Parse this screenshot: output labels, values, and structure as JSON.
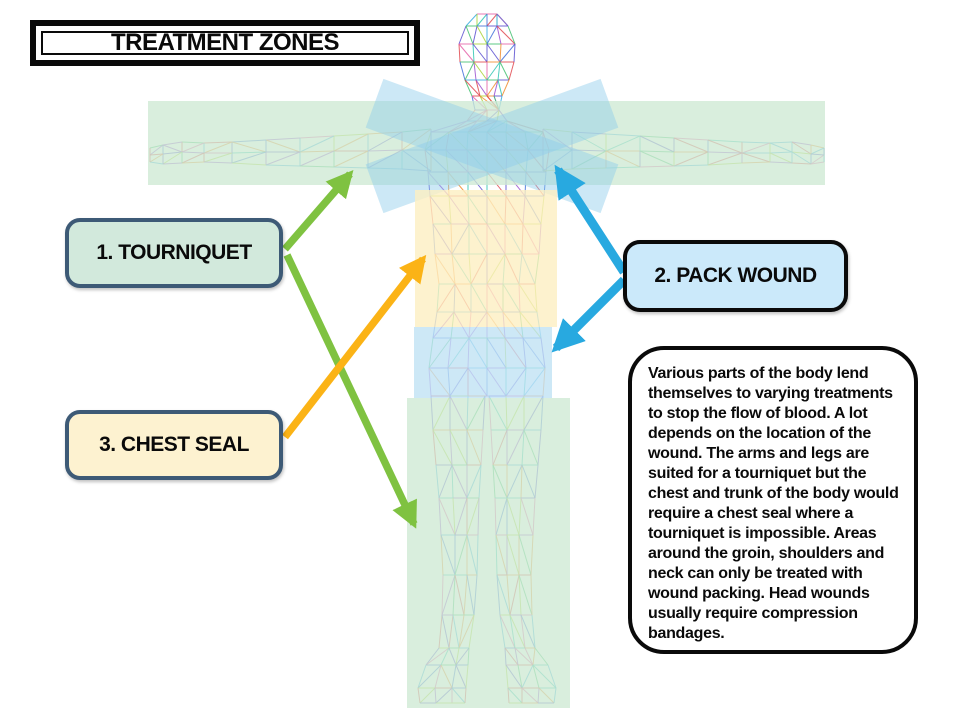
{
  "title": "TREATMENT ZONES",
  "labels": {
    "tourniquet": "1. TOURNIQUET",
    "pack_wound": "2. PACK WOUND",
    "chest_seal": "3. CHEST SEAL"
  },
  "description": "Various parts of the body lend themselves to varying treatments to stop the flow of blood. A lot depends on the location of the wound. The arms and legs are suited for a tourniquet but the chest and trunk of the body would require a chest seal where a tourniquet is impossible.  Areas around the groin, shoulders and neck can only be treated with wound packing. Head wounds usually require compression bandages.",
  "zones": {
    "arms": {
      "treatment": "tourniquet",
      "color": "#cee9d3"
    },
    "shoulders_neck": {
      "treatment": "pack wound",
      "color": "#8fcdec"
    },
    "chest_trunk": {
      "treatment": "chest seal",
      "color": "#fcefc2"
    },
    "groin": {
      "treatment": "pack wound",
      "color": "#c0e2f4"
    },
    "legs": {
      "treatment": "tourniquet",
      "color": "#cee9d3"
    }
  },
  "colors": {
    "tourniquet_arrow": "#7fc241",
    "pack_wound_arrow": "#28a9e0",
    "chest_seal_arrow": "#fbb316",
    "tourniquet_box_fill": "#d2e9dc",
    "pack_wound_box_fill": "#cbe9fa",
    "chest_seal_box_fill": "#fdf2d0",
    "slate_border": "#3d5a76"
  }
}
